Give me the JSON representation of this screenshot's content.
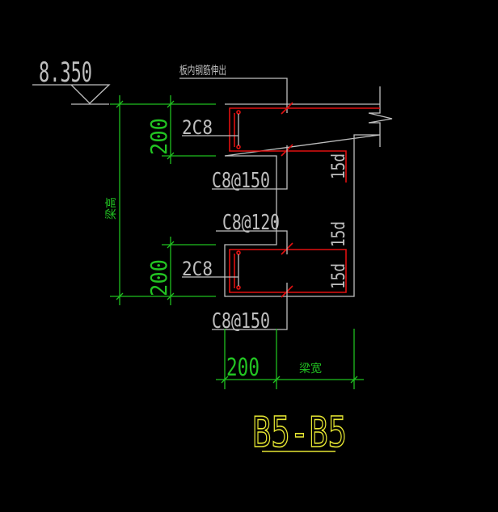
{
  "drawing": {
    "elevation": "8.350",
    "slab_note": "板内钢筋伸出",
    "beam_height_label": "梁高",
    "beam_width_label": "梁宽",
    "dim_top": "200",
    "dim_bottom": "200",
    "dim_width": "200",
    "top_bars": "2C8",
    "bottom_bars": "2C8",
    "stirrup_upper": "C8@150",
    "stirrup_mid": "C8@120",
    "stirrup_lower": "C8@150",
    "anchor_1": "15d",
    "anchor_2": "15d",
    "anchor_3": "15d",
    "section_title": "B5-B5",
    "colors": {
      "concrete": "#bfbfbf",
      "dimension": "#1fbf1f",
      "rebar": "#e01010",
      "title": "#e6e632"
    }
  }
}
